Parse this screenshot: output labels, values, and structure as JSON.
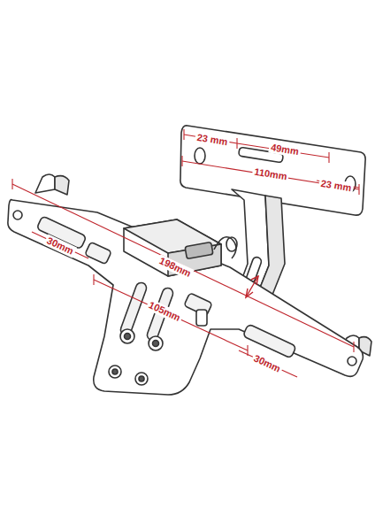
{
  "diagram": {
    "labels": [
      "23 mm",
      "49mm",
      "110mm",
      "23 mm",
      "30mm",
      "198mm",
      "105mm",
      "30mm"
    ]
  }
}
